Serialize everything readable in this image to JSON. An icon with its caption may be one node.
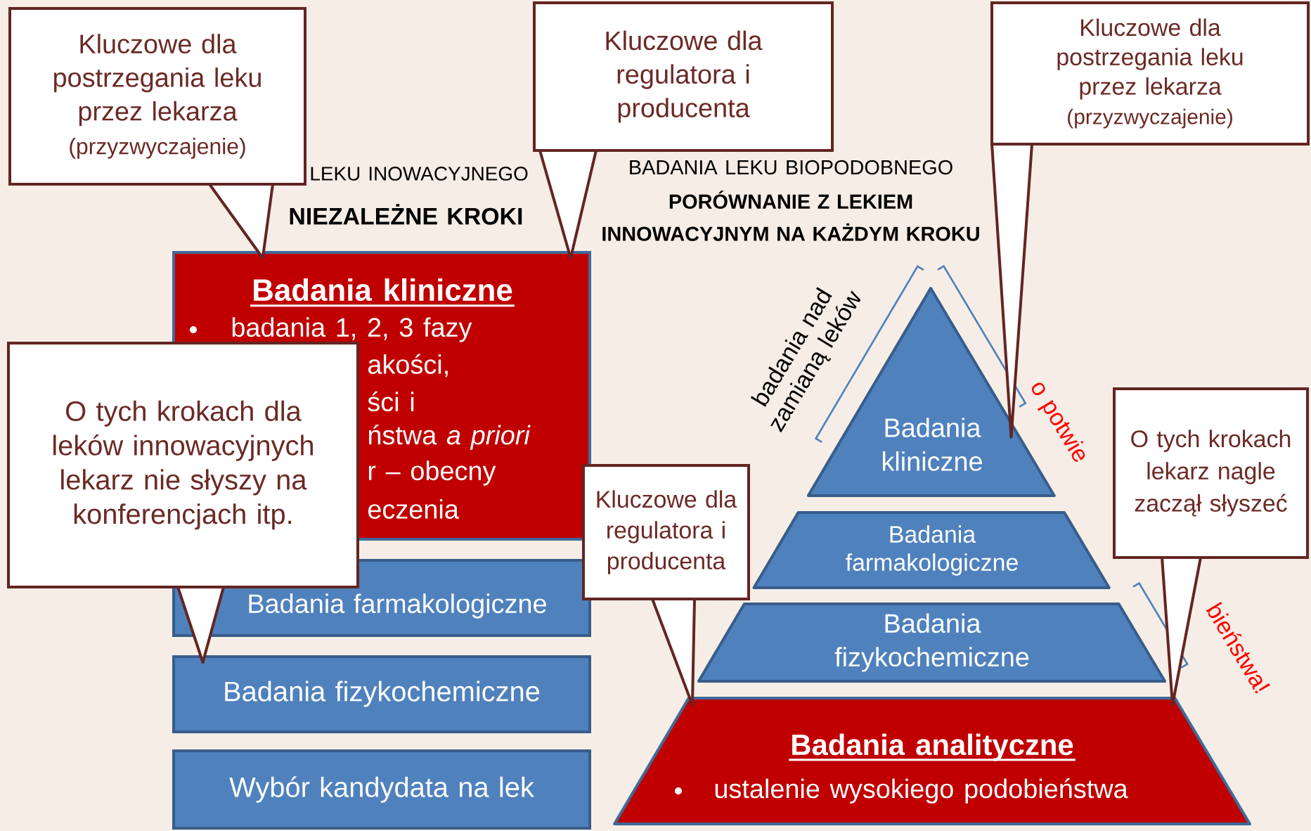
{
  "diagram": {
    "nodes": [
      {
        "text": [
          "Kluczowe dla postrzegania leku przez lekarza",
          "(przyzwyczajenie)"
        ]
      },
      {
        "text": [
          "Kluczowe dla regulatora i producenta"
        ]
      },
      {
        "text": [
          "Kluczowe dla postrzegania leku przez lekarza",
          "(przyzwyczajenie)"
        ]
      },
      {
        "text": [
          "Badania kliniczne",
          "badania 1, 2, 3 fazy",
          "akości,",
          "ści i",
          "ństwa *a priori*",
          "r – obecny",
          "eczenia"
        ]
      },
      {
        "text": [
          "O tych krokach dla leków innowacyjnych lekarz nie słyszy na konferencjach itp."
        ]
      },
      {
        "text": [
          "Badania farmakologiczne"
        ]
      },
      {
        "text": [
          "Badania fizykochemiczne"
        ]
      },
      {
        "text": [
          "Wybór kandydata na lek"
        ]
      },
      {
        "text": [
          "Badania kliniczne"
        ]
      },
      {
        "text": [
          "Kluczowe dla regulatora i producenta"
        ]
      },
      {
        "text": [
          "Badania farmakologiczne"
        ]
      },
      {
        "text": [
          "O tych krokach lekarz nagle zaczął słyszeć"
        ]
      },
      {
        "text": [
          "Badania fizykochemiczne"
        ]
      },
      {
        "text": [
          "Badania analityczne",
          "ustalenie wysokiego podobieństwa"
        ]
      }
    ],
    "edges": [
      {
        "from": 0,
        "to": 3,
        "arrow": "to"
      },
      {
        "from": 1,
        "to": 3,
        "arrow": "to"
      },
      {
        "from": 4,
        "to": 6,
        "arrow": "to"
      },
      {
        "from": 2,
        "to": 8,
        "arrow": "to"
      },
      {
        "from": 9,
        "to": 13,
        "arrow": "to"
      },
      {
        "from": 11,
        "to": 13,
        "arrow": "to"
      }
    ],
    "labels": [
      "LEKU INOWACYJNEGO",
      "NIEZALEŻNE KROKI",
      "BADANIA LEKU BIOPODOBNEGO",
      "PORÓWNANIE Z LEKIEM INNOWACYJNYM NA KAŻDYM KROKU",
      "badania nad zamianą leków",
      "o potwie",
      "bieństwa!"
    ]
  }
}
